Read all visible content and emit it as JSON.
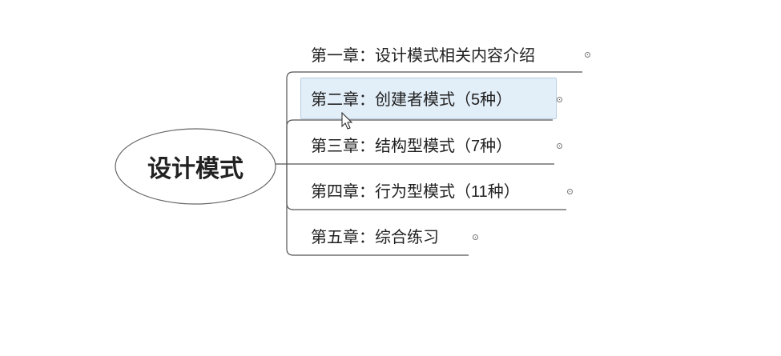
{
  "central_topic": {
    "label": "设计模式"
  },
  "topics": [
    {
      "label": "第一章：设计模式相关内容介绍"
    },
    {
      "label": "第二章：创建者模式（5种）",
      "selected": true
    },
    {
      "label": "第三章：结构型模式（7种）"
    },
    {
      "label": "第四章：行为型模式（11种）"
    },
    {
      "label": "第五章：综合练习"
    }
  ],
  "colors": {
    "selection_fill": "#e2eef8",
    "line": "#555555"
  }
}
